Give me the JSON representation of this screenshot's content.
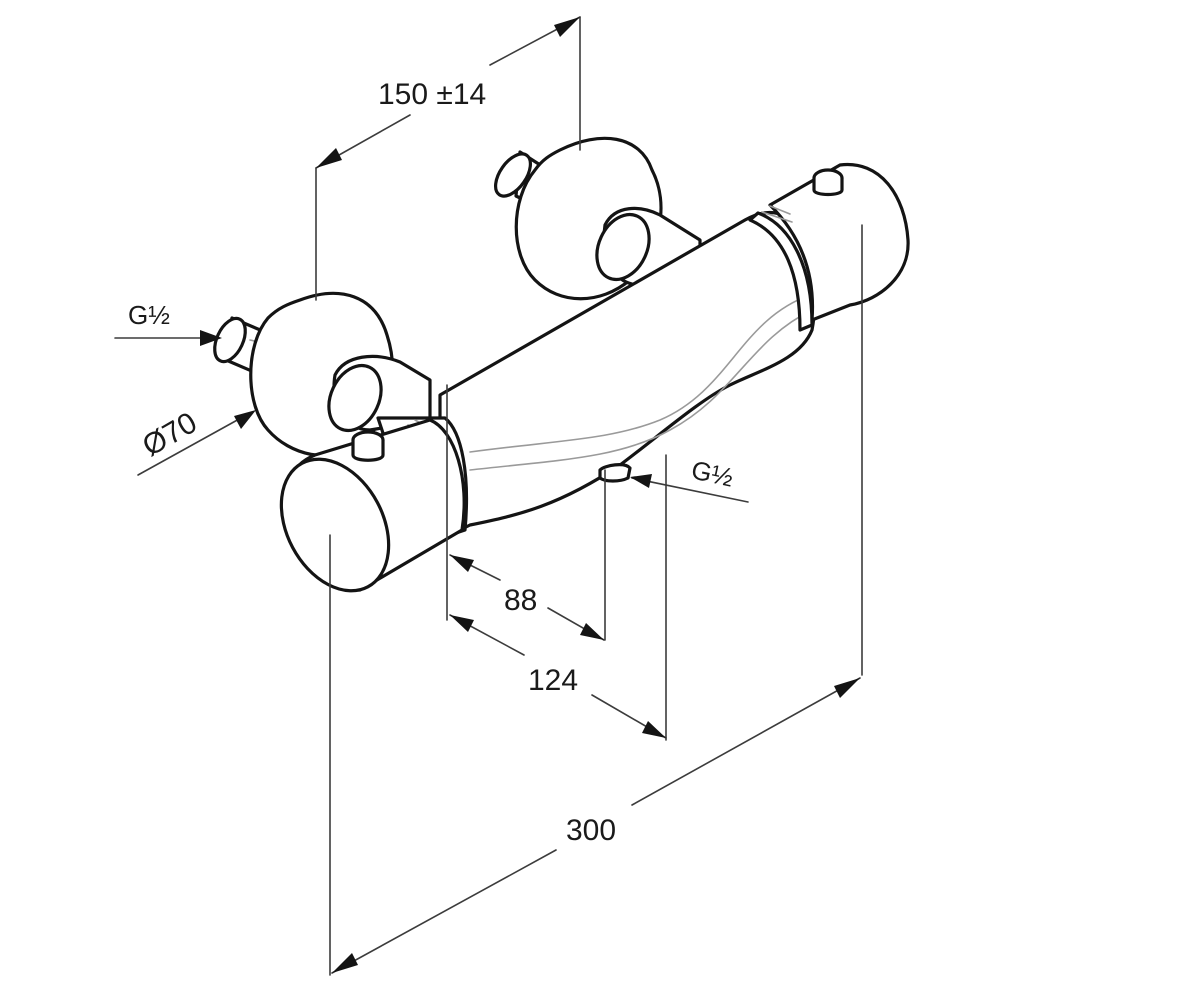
{
  "dimensions": {
    "spacing": "150 ±14",
    "inlet_left": "G½",
    "rosette": "Ø70",
    "outlet": "G½",
    "d88": "88",
    "d124": "124",
    "d300": "300"
  },
  "colors": {
    "line": "#141414",
    "dimension_line": "#3c3c3c",
    "background": "#ffffff"
  }
}
